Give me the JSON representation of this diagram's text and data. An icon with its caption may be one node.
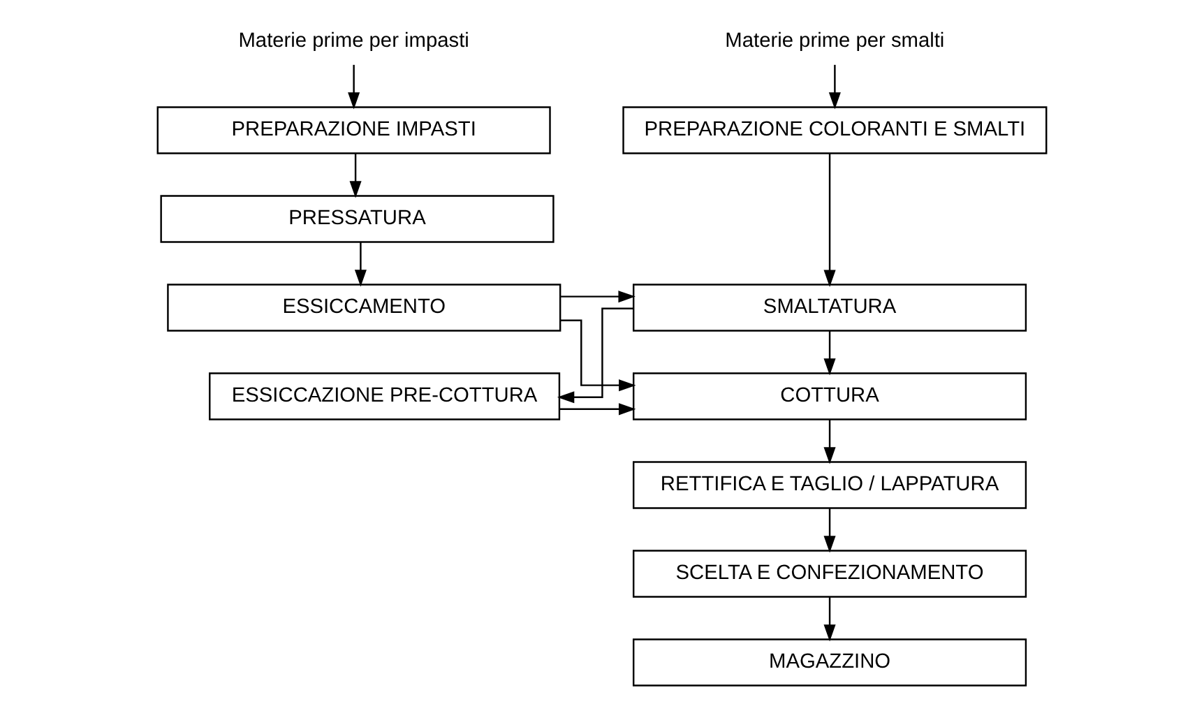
{
  "diagram": {
    "nodes": [
      {
        "text": [
          "Materie prime per impasti"
        ]
      },
      {
        "text": [
          "PREPARAZIONE IMPASTI"
        ]
      },
      {
        "text": [
          "PRESSATURA"
        ]
      },
      {
        "text": [
          "ESSICCAMENTO"
        ]
      },
      {
        "text": [
          "COTTURA"
        ]
      },
      {
        "text": [
          "RETTIFICA E TAGLIO / LAPPATURA"
        ]
      },
      {
        "text": [
          "SCELTA E CONFEZIONAMENTO"
        ]
      },
      {
        "text": [
          "MAGAZZINO"
        ]
      },
      {
        "text": [
          "Materie prime per smalti"
        ]
      },
      {
        "text": [
          "PREPARAZIONE COLORANTI E SMALTI"
        ]
      },
      {
        "text": [
          "SMALTATURA"
        ]
      },
      {
        "text": [
          "ESSICCAZIONE PRE-COTTURA"
        ]
      }
    ],
    "edges": [
      {
        "from": 0,
        "to": 1,
        "arrow": "to"
      },
      {
        "from": 1,
        "to": 2,
        "arrow": "to"
      },
      {
        "from": 2,
        "to": 3,
        "arrow": "to"
      },
      {
        "from": 3,
        "to": 10,
        "arrow": "to"
      },
      {
        "from": 3,
        "to": 4,
        "arrow": "to"
      },
      {
        "from": 4,
        "to": 5,
        "arrow": "to"
      },
      {
        "from": 5,
        "to": 6,
        "arrow": "to"
      },
      {
        "from": 6,
        "to": 7,
        "arrow": "to"
      },
      {
        "from": 8,
        "to": 9,
        "arrow": "to"
      },
      {
        "from": 9,
        "to": 10,
        "arrow": "to"
      },
      {
        "from": 10,
        "to": 4,
        "arrow": "to"
      },
      {
        "from": 10,
        "to": 11,
        "arrow": "to"
      },
      {
        "from": 11,
        "to": 4,
        "arrow": "to"
      }
    ]
  }
}
